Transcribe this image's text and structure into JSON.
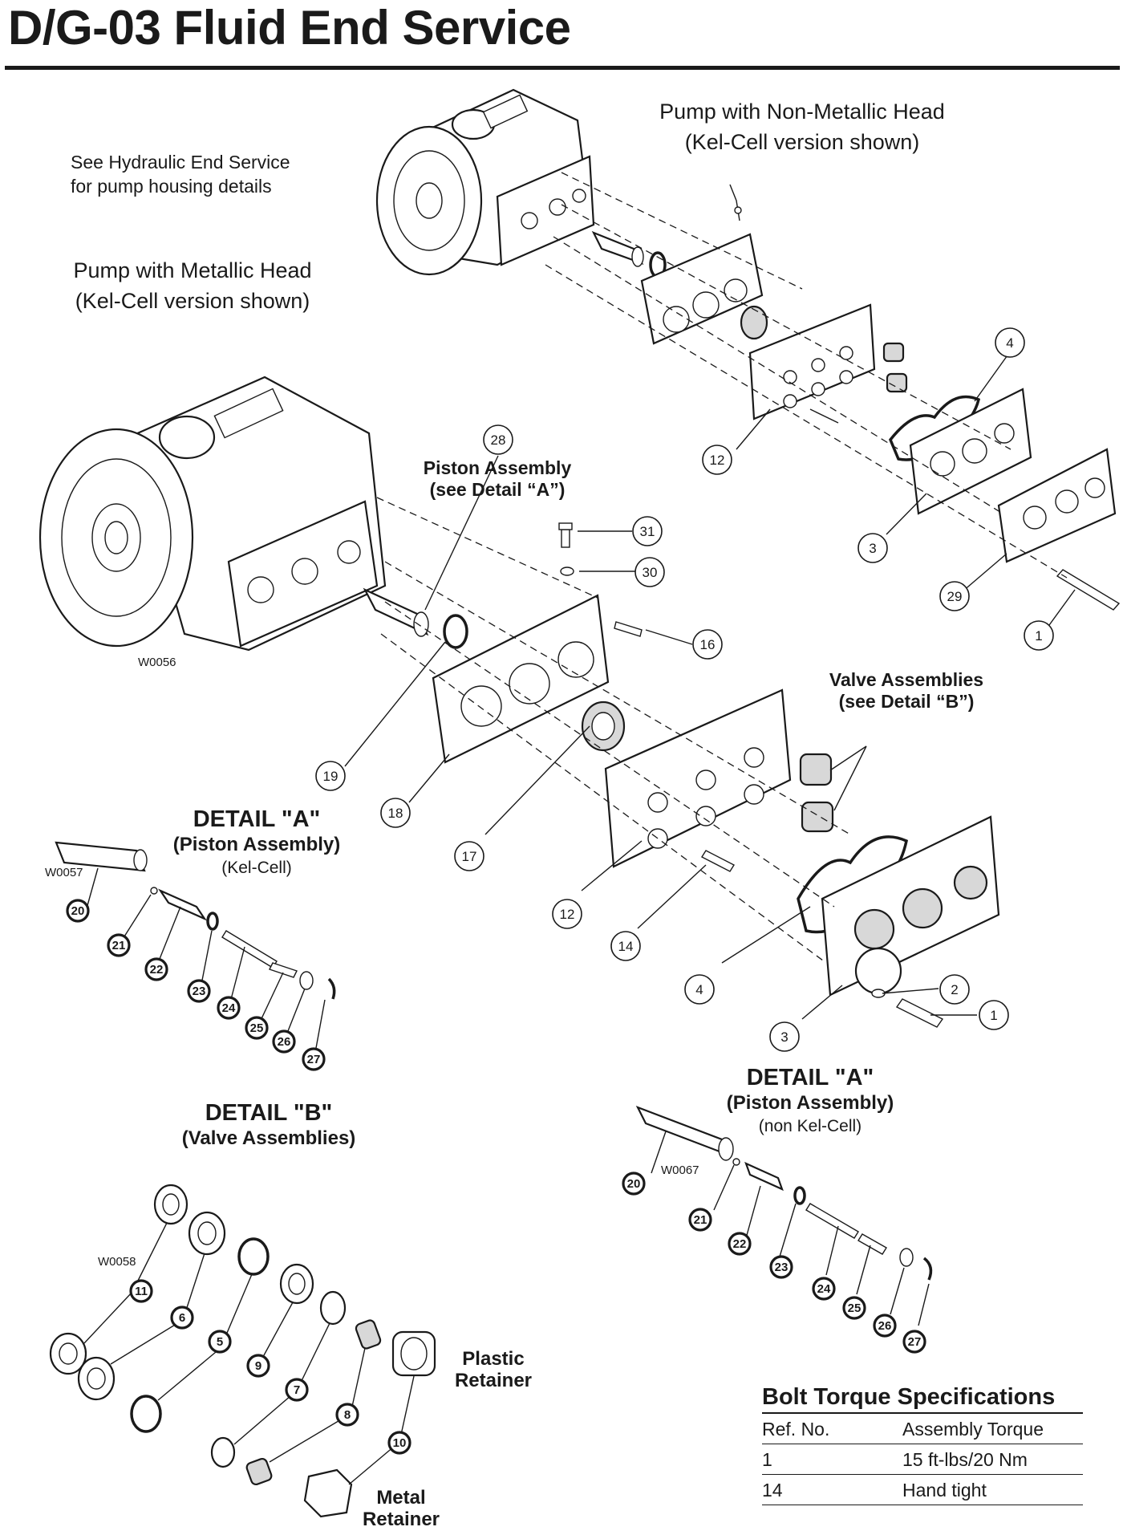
{
  "title": "D/G-03 Fluid End Service",
  "notes": {
    "hydraulic_line1": "See Hydraulic End Service",
    "hydraulic_line2": "for pump housing details"
  },
  "captions": {
    "metallic_line1": "Pump with Metallic Head",
    "metallic_line2": "(Kel-Cell version shown)",
    "nonmetallic_line1": "Pump with Non-Metallic Head",
    "nonmetallic_line2": "(Kel-Cell version shown)",
    "piston_line1": "Piston Assembly",
    "piston_line2": "(see Detail “A”)",
    "valve_line1": "Valve Assemblies",
    "valve_line2": "(see Detail “B”)"
  },
  "drawing_codes": {
    "main": "W0056",
    "detail_a_kelcell": "W0057",
    "detail_a_nonkelcell": "W0067",
    "detail_b": "W0058"
  },
  "detail_a_kelcell": {
    "heading": "DETAIL \"A\"",
    "subtitle": "(Piston Assembly)",
    "variant": "(Kel-Cell)"
  },
  "detail_a_nonkelcell": {
    "heading": "DETAIL \"A\"",
    "subtitle": "(Piston Assembly)",
    "variant": "(non Kel-Cell)"
  },
  "detail_b": {
    "heading": "DETAIL \"B\"",
    "subtitle": "(Valve Assemblies)"
  },
  "retainers": {
    "plastic_line1": "Plastic",
    "plastic_line2": "Retainer",
    "metal_line1": "Metal",
    "metal_line2": "Retainer"
  },
  "callouts": {
    "top": [
      "4",
      "12",
      "3",
      "29",
      "1"
    ],
    "main": [
      "28",
      "31",
      "30",
      "16",
      "19",
      "18",
      "17",
      "12",
      "14",
      "4",
      "3",
      "2",
      "1"
    ],
    "detail_a_kelcell": [
      "20",
      "21",
      "22",
      "23",
      "24",
      "25",
      "26",
      "27"
    ],
    "detail_a_nonkelcell": [
      "20",
      "21",
      "22",
      "23",
      "24",
      "25",
      "26",
      "27"
    ],
    "detail_b": [
      "11",
      "6",
      "5",
      "9",
      "7",
      "8",
      "10"
    ]
  },
  "torque": {
    "title": "Bolt Torque Specifications",
    "col_ref": "Ref. No.",
    "col_torque": "Assembly Torque",
    "rows": [
      {
        "ref": "1",
        "torque": "15 ft-lbs/20 Nm"
      },
      {
        "ref": "14",
        "torque": "Hand tight"
      }
    ]
  }
}
